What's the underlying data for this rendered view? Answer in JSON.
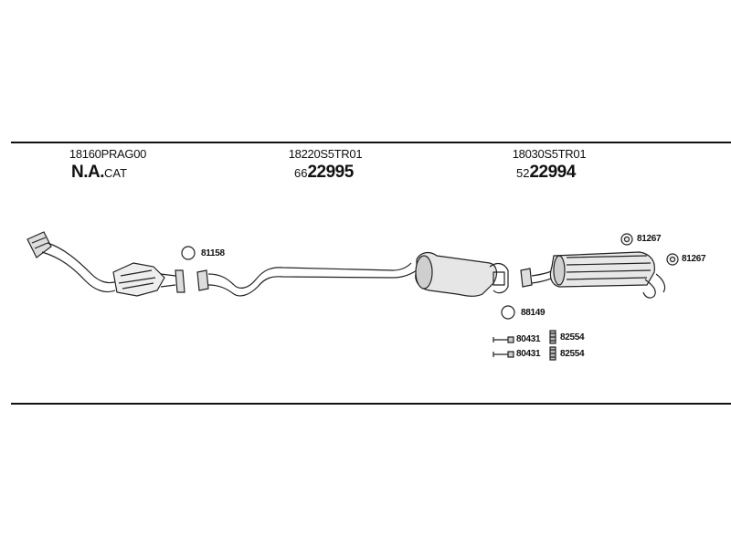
{
  "sections": [
    {
      "code": "18160PRAG00",
      "part_prefix": "N.A.",
      "part_main": "CAT"
    },
    {
      "code": "18220S5TR01",
      "part_prefix": "66",
      "part_main": "22995"
    },
    {
      "code": "18030S5TR01",
      "part_prefix": "52",
      "part_main": "22994"
    }
  ],
  "accessories": {
    "ring_left": "81158",
    "ring_mid": "88149",
    "hanger_1": "81267",
    "hanger_2": "81267",
    "bolt_1": "80431",
    "bolt_2": "80431",
    "clamp_1": "82554",
    "clamp_2": "82554"
  }
}
